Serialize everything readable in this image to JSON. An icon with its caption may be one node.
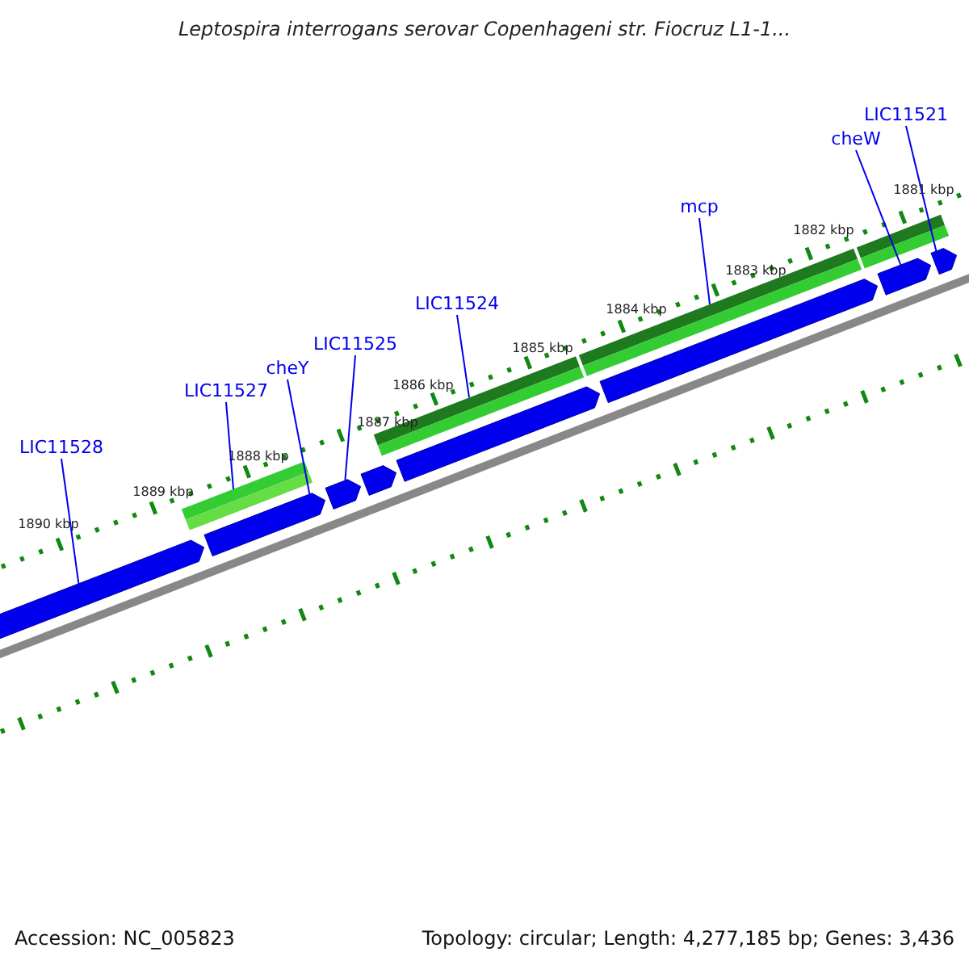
{
  "diagram": {
    "title": "Leptospira interrogans serovar Copenhageni str. Fiocruz L1-1...",
    "nodes": [
      {
        "text": [
          "LIC11528"
        ]
      },
      {
        "text": [
          "LIC11527"
        ]
      },
      {
        "text": [
          "cheY"
        ]
      },
      {
        "text": [
          "LIC11525"
        ]
      },
      {
        "text": [
          "LIC11524"
        ]
      },
      {
        "text": [
          "mcp"
        ]
      },
      {
        "text": [
          "cheW"
        ]
      },
      {
        "text": [
          "LIC11521"
        ]
      },
      {
        "text": [],
        "shape": "bar"
      },
      {
        "text": [],
        "shape": "bar"
      },
      {
        "text": [],
        "shape": "bar"
      },
      {
        "text": [],
        "shape": "bar"
      },
      {
        "text": [],
        "shape": "bar"
      },
      {
        "text": [],
        "shape": "bar"
      },
      {
        "text": [],
        "shape": "bar"
      },
      {
        "text": [],
        "shape": "bar"
      },
      {
        "text": [],
        "shape": "bar"
      },
      {
        "text": [],
        "shape": "bar"
      },
      {
        "text": [],
        "shape": "bar"
      },
      {
        "text": [],
        "shape": "bar"
      }
    ],
    "edges": [
      {
        "from": 0,
        "to": 8,
        "arrow": "none"
      },
      {
        "from": 1,
        "to": 16,
        "arrow": "none"
      },
      {
        "from": 2,
        "to": 9,
        "arrow": "none"
      },
      {
        "from": 3,
        "to": 10,
        "arrow": "none"
      },
      {
        "from": 4,
        "to": 17,
        "arrow": "none"
      },
      {
        "from": 5,
        "to": 18,
        "arrow": "none"
      },
      {
        "from": 6,
        "to": 14,
        "arrow": "none"
      },
      {
        "from": 7,
        "to": 15,
        "arrow": "none"
      }
    ],
    "labels": [
      "1890 kbp",
      "1889 kbp",
      "1888 kbp",
      "1887 kbp",
      "1886 kbp",
      "1885 kbp",
      "1884 kbp",
      "1883 kbp",
      "1882 kbp",
      "1881 kbp",
      "Accession: NC_005823",
      "Topology: circular; Length: 4,277,185 bp; Genes: 3,436"
    ]
  }
}
